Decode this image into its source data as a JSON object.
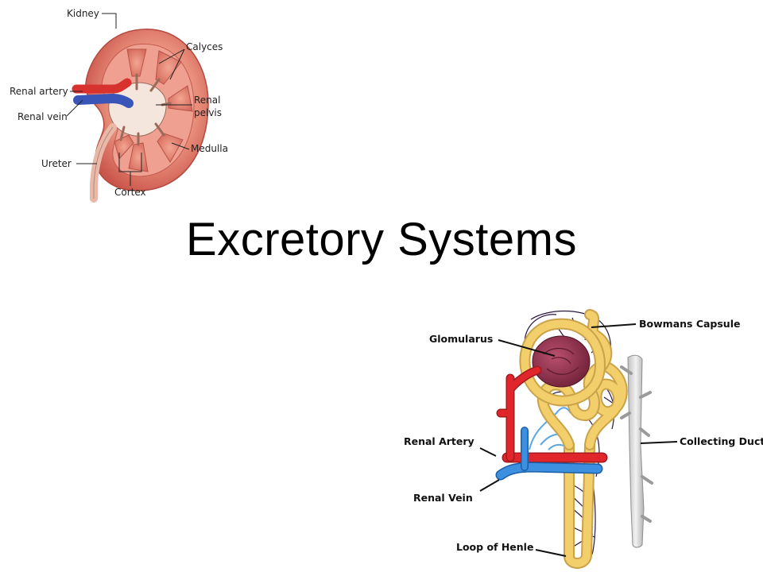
{
  "slide": {
    "title": "Excretory Systems"
  },
  "kidney_diagram": {
    "labels": {
      "kidney": "Kidney",
      "calyces": "Calyces",
      "renal_artery": "Renal artery",
      "renal_vein": "Renal vein",
      "renal_pelvis_1": "Renal",
      "renal_pelvis_2": "pelvis",
      "medulla": "Medulla",
      "ureter": "Ureter",
      "cortex": "Cortex"
    }
  },
  "nephron_diagram": {
    "labels": {
      "glomerulus": "Glomularus",
      "bowmans_capsule": "Bowmans Capsule",
      "renal_artery": "Renal Artery",
      "collecting_duct": "Collecting Duct",
      "renal_vein": "Renal Vein",
      "loop_of_henle": "Loop of Henle"
    },
    "colors": {
      "artery": "#e0262b",
      "vein": "#3d8fe0",
      "tubule": "#f2cf6b",
      "glomerulus": "#8a2a45",
      "duct": "#d8d8d8",
      "capillaries": "#2a1840"
    }
  }
}
